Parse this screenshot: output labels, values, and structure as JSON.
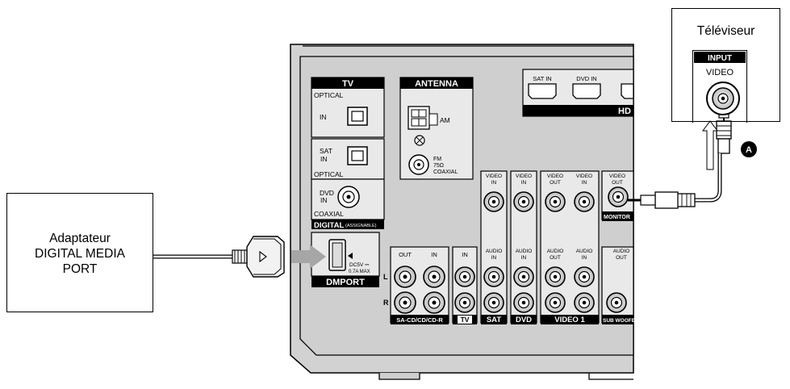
{
  "adapter": {
    "line1": "Adaptateur",
    "line2": "DIGITAL MEDIA",
    "line3": "PORT"
  },
  "tv": {
    "title": "Téléviseur",
    "input_label": "INPUT",
    "video_label": "VIDEO"
  },
  "callout": {
    "letter": "A"
  },
  "receiver": {
    "tv_section": {
      "header": "TV",
      "optical": "OPTICAL",
      "in": "IN"
    },
    "sat_section": {
      "sat": "SAT",
      "in": "IN",
      "optical": "OPTICAL"
    },
    "dvd_section": {
      "dvd": "DVD",
      "in": "IN",
      "coaxial": "COAXIAL"
    },
    "digital_label": "DIGITAL",
    "assignable_label": "(ASSIGNABLE)",
    "antenna": {
      "header": "ANTENNA",
      "am": "AM",
      "fm": "FM",
      "ohm": "75Ω",
      "coaxial": "COAXIAL"
    },
    "hdmi": {
      "sat_in": "SAT IN",
      "dvd_in": "DVD IN",
      "label": "HD"
    },
    "dmport": {
      "label": "DMPORT",
      "dc": "DC5V ⎓",
      "max": "0.7A MAX"
    },
    "sacd": {
      "out": "OUT",
      "in": "IN",
      "l": "L",
      "r": "R",
      "label": "SA-CD/CD/CD-R"
    },
    "tv_audio": {
      "in": "IN",
      "label": "TV"
    },
    "sat_av": {
      "video": "VIDEO",
      "in": "IN",
      "audio": "AUDIO",
      "label": "SAT"
    },
    "dvd_av": {
      "video": "VIDEO",
      "in": "IN",
      "audio": "AUDIO",
      "label": "DVD"
    },
    "video1": {
      "video": "VIDEO",
      "out": "OUT",
      "in": "IN",
      "audio": "AUDIO",
      "label": "VIDEO 1"
    },
    "monitor": {
      "video": "VIDEO",
      "out": "OUT",
      "label": "MONITOR"
    },
    "subwoofer": {
      "audio": "AUDIO",
      "out": "OUT",
      "label": "SUB WOOFER"
    }
  }
}
